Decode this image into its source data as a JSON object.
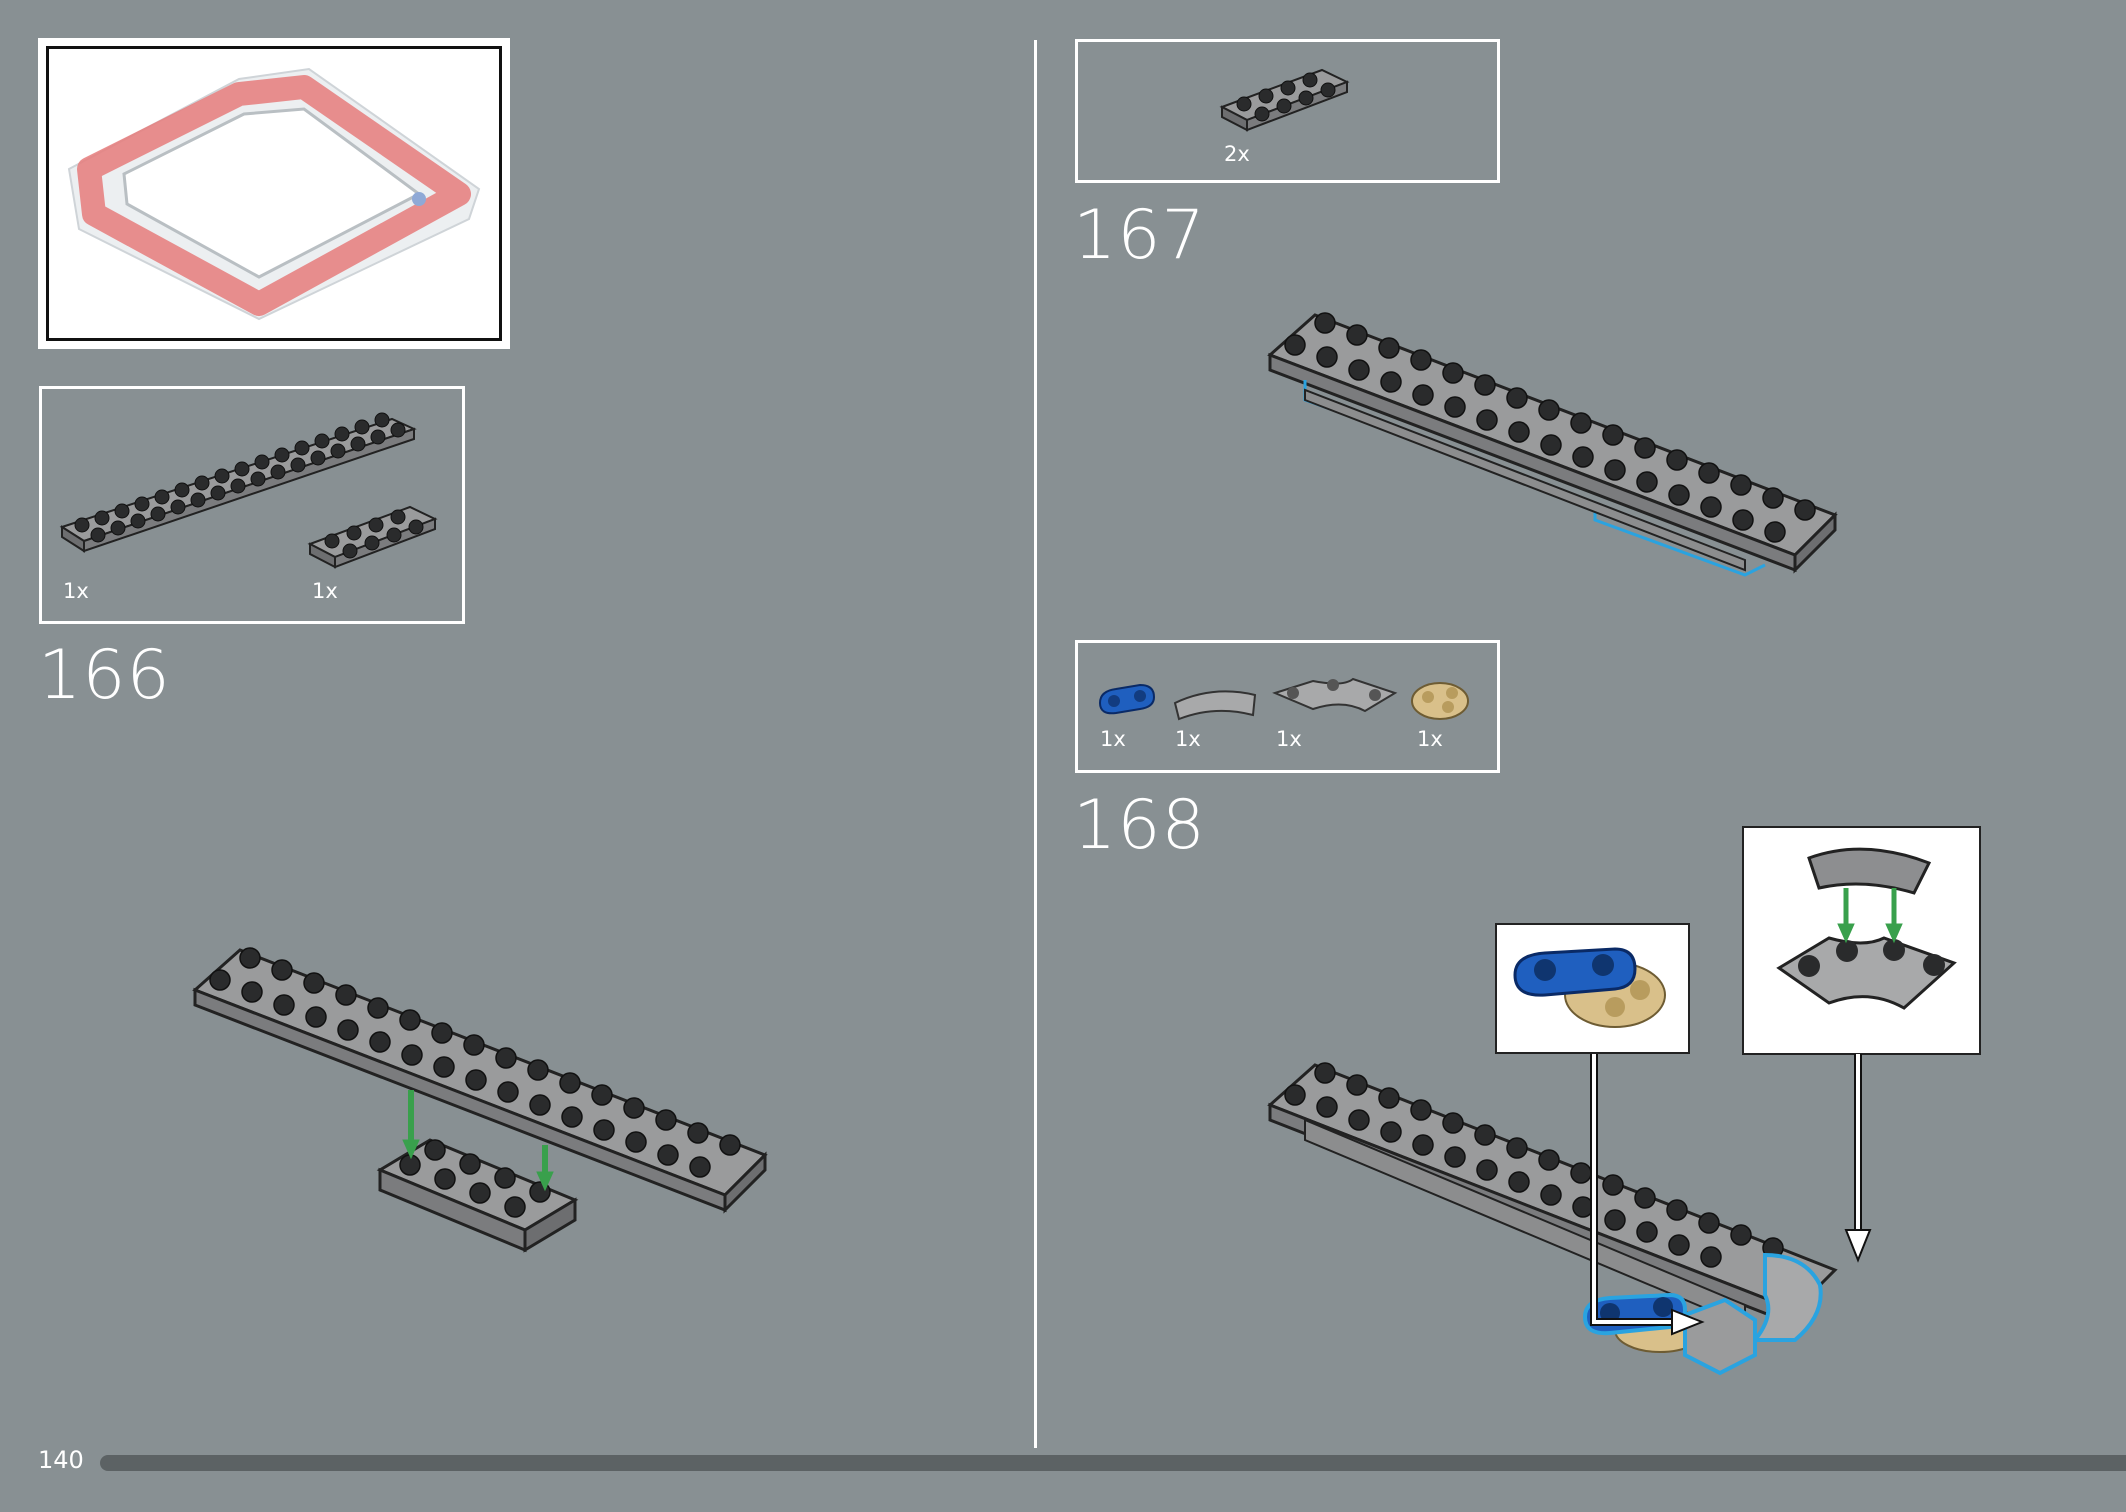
{
  "page": {
    "number": "140",
    "background": "#889093"
  },
  "steps": [
    {
      "number": "166",
      "parts": [
        {
          "qty": "1x",
          "name": "plate-2x16-grey"
        },
        {
          "qty": "1x",
          "name": "plate-2x4-grey"
        }
      ]
    },
    {
      "number": "167",
      "parts": [
        {
          "qty": "2x",
          "name": "plate-2x4-grey"
        }
      ]
    },
    {
      "number": "168",
      "parts": [
        {
          "qty": "1x",
          "name": "plate-1x2-rounded-blue"
        },
        {
          "qty": "1x",
          "name": "plate-curved-grey"
        },
        {
          "qty": "1x",
          "name": "plate-curved-3x3-grey"
        },
        {
          "qty": "1x",
          "name": "plate-round-2x2-tan"
        }
      ]
    }
  ],
  "icons": {
    "overview": "red-frame-overview-icon",
    "arrow_push": "green-arrow-icon",
    "callout_arrow": "white-callout-arrow-icon"
  },
  "colors": {
    "brick_dark": "#3a3b3c",
    "brick_grey": "#a8a9aa",
    "blue": "#1f5fbf",
    "tan": "#d9c08a",
    "arrow_green": "#39a04c",
    "highlight": "#2aa3e0",
    "frame_red": "#e67b7b"
  }
}
